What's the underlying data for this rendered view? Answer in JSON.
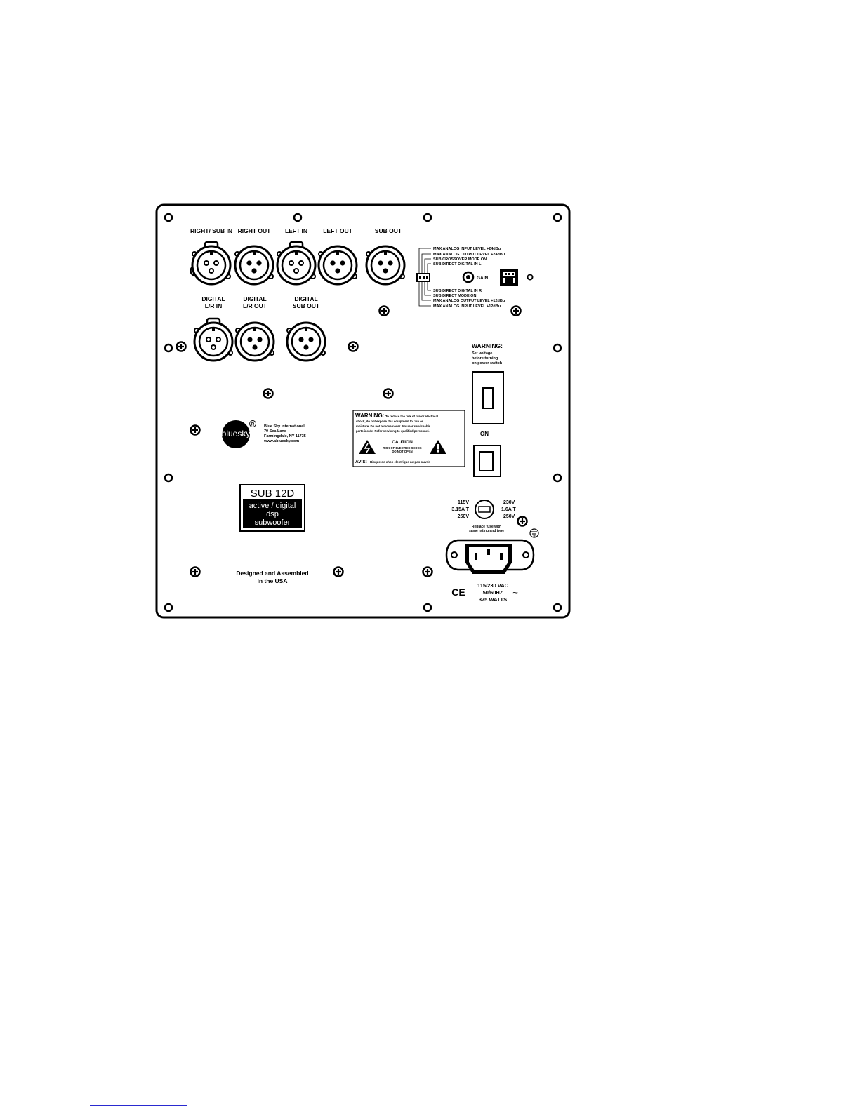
{
  "diagram": {
    "jacks": {
      "right_sub_in": "RIGHT/ SUB IN",
      "right_out": "RIGHT OUT",
      "left_in": "LEFT IN",
      "left_out": "LEFT OUT",
      "sub_out": "SUB OUT",
      "digital_lr_in": [
        "DIGITAL",
        "L/R IN"
      ],
      "digital_lr_out": [
        "DIGITAL",
        "L/R OUT"
      ],
      "digital_sub_out": [
        "DIGITAL",
        "SUB OUT"
      ]
    },
    "dip_switch_top": [
      "MAX ANALOG INPUT LEVEL +24dBu",
      "MAX ANALOG OUTPUT LEVEL +24dBu",
      "SUB CROSSOVER MODE ON",
      "SUB DIRECT DIGITAL IN L"
    ],
    "dip_switch_bottom": [
      "SUB DIRECT DIGITAL IN R",
      "SUB DIRECT MODE ON",
      "MAX ANALOG OUTPUT LEVEL +12dBu",
      "MAX ANALOG INPUT LEVEL +12dBu"
    ],
    "gain_label": "GAIN",
    "voltage_warning": [
      "WARNING:",
      "Set voltage",
      "before turning",
      "on power switch"
    ],
    "power_on_label": "ON",
    "safety_label": {
      "warning_head": "WARNING:",
      "warning_lines": [
        "To reduce the risk of fire or electrical",
        "shock, do not expose this equipment to rain or",
        "moisture.  Do not remove cover. No user serviceable",
        "parts inside. Refer servicing to qualified personnel."
      ],
      "caution": "CAUTION",
      "caution_lines": [
        "RISK OF ELECTRIC SHOCK",
        "DO NOT OPEN"
      ],
      "avis_head": "AVIS:",
      "avis_text": "Risque de choc electrique ne pas ouvrir"
    },
    "brand": {
      "logo": "bluesky",
      "registered": "R",
      "address": [
        "Blue Sky International",
        "70 Sea Lane",
        "Farmingdale, NY 11735",
        "www.abluesky.com"
      ]
    },
    "model": {
      "name": "SUB 12D",
      "lines": [
        "active / digital",
        "dsp",
        "subwoofer"
      ]
    },
    "fuse": {
      "left": [
        "115V",
        "3.15A T",
        "250V"
      ],
      "right": [
        "230V",
        "1.6A T",
        "250V"
      ],
      "note": [
        "Replace fuse with",
        "same rating and type"
      ]
    },
    "assembled": [
      "Designed and Assembled",
      "in the USA"
    ],
    "ce_mark": "CE",
    "power_rating": [
      "115/230 VAC",
      "50/60HZ",
      "375 WATTS"
    ],
    "ac_symbol": "~"
  }
}
